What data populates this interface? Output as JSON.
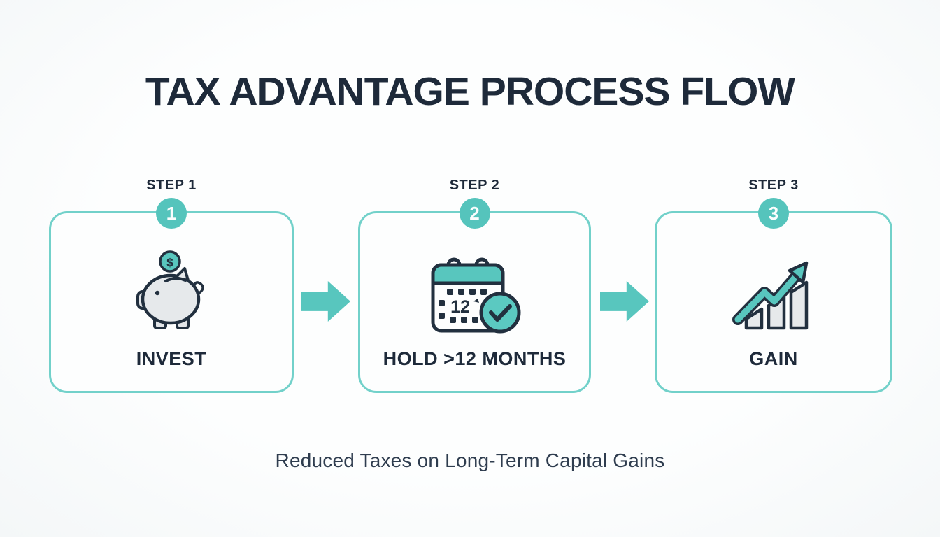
{
  "page": {
    "title": "TAX ADVANTAGE PROCESS FLOW",
    "footer": "Reduced Taxes on Long-Term Capital Gains"
  },
  "colors": {
    "accent_teal": "#58C6BE",
    "card_border_teal": "#72D1CA",
    "dark_navy": "#1E2A3A",
    "icon_gray_fill": "#E2E5E8",
    "background": "#FBFCFD"
  },
  "steps": [
    {
      "step_label": "STEP 1",
      "number": "1",
      "label": "INVEST",
      "icon": "piggy-bank-icon",
      "icon_text": "$"
    },
    {
      "step_label": "STEP 2",
      "number": "2",
      "label": "HOLD >12 MONTHS",
      "icon": "calendar-check-icon",
      "icon_text": "12"
    },
    {
      "step_label": "STEP 3",
      "number": "3",
      "label": "GAIN",
      "icon": "growth-chart-icon",
      "icon_text": ""
    }
  ]
}
